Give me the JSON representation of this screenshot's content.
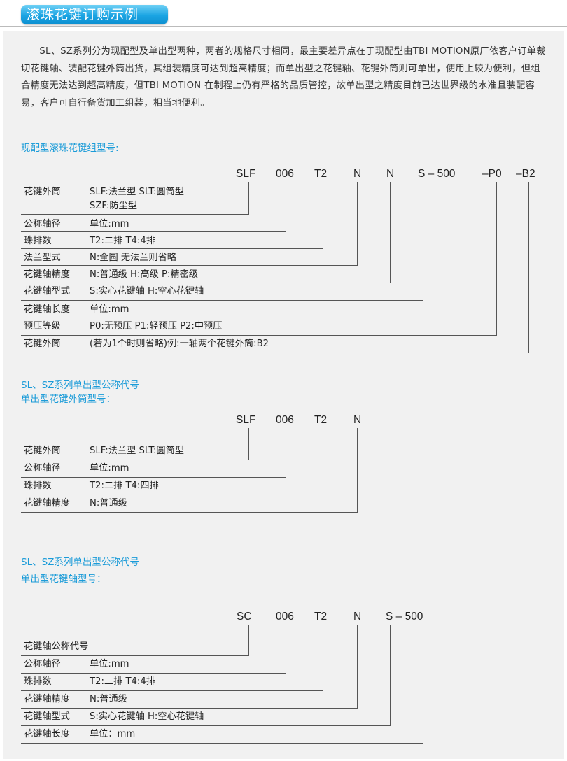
{
  "title": "滚珠花键订购示例",
  "intro": "SL、SZ系列分为现配型及单出型两种，两者的规格尺寸相同，最主要差异点在于现配型由TBI MOTION原厂依客户订单裁切花键轴、装配花键外筒出货，其组装精度可达到超高精度；而单出型之花键轴、花键外筒则可单出，使用上较为便利，但组合精度无法达到超高精度，但TBI MOTION 在制程上仍有严格的品质管控，故单出型之精度目前已达世界级的水准且装配容易，客户可自行备货加工组装，相当地便利。",
  "sections": [
    {
      "headings": [
        "现配型滚珠花键组型号:"
      ],
      "codes": [
        "SLF",
        "006",
        "T2",
        "N",
        "N",
        "S – 500",
        "–P0",
        "–B2"
      ],
      "rows": [
        {
          "label": "花键外筒",
          "desc": "SLF:法兰型    SLT:圆筒型",
          "desc2": "SZF:防尘型"
        },
        {
          "label": "公称轴径",
          "desc": "单位:mm"
        },
        {
          "label": "珠排数",
          "desc": "T2:二排    T4:4排"
        },
        {
          "label": "法兰型式",
          "desc": "N:全圆    无法兰则省略"
        },
        {
          "label": "花键轴精度",
          "desc": "N:普通级    H:高级    P:精密级"
        },
        {
          "label": "花键轴型式",
          "desc": "S:实心花键轴    H:空心花键轴"
        },
        {
          "label": "花键轴长度",
          "desc": "单位:mm"
        },
        {
          "label": "预压等级",
          "desc": "P0:无预压    P1:轻预压    P2:中预压"
        },
        {
          "label": "花键外筒",
          "desc": "(若为1个时则省略)例:一轴两个花键外筒:B2"
        }
      ]
    },
    {
      "headings": [
        "SL、SZ系列单出型公称代号",
        "单出型花键外筒型号："
      ],
      "codes": [
        "SLF",
        "006",
        "T2",
        "N"
      ],
      "rows": [
        {
          "label": "花键外筒",
          "desc": "SLF:法兰型    SLT:圆筒型"
        },
        {
          "label": "公称轴径",
          "desc": "单位:mm"
        },
        {
          "label": "珠排数",
          "desc": "T2:二排    T4:四排"
        },
        {
          "label": "花键轴精度",
          "desc": "N:普通级"
        }
      ]
    },
    {
      "headings": [
        "SL、SZ系列单出型公称代号",
        "单出型花键轴型号："
      ],
      "codes": [
        "SC",
        "006",
        "T2",
        "N",
        "S – 500"
      ],
      "rows": [
        {
          "label": "花键轴公称代号",
          "desc": ""
        },
        {
          "label": "公称轴径",
          "desc": "单位:mm"
        },
        {
          "label": "珠排数",
          "desc": "T2:二排    T4:4排"
        },
        {
          "label": "花键轴精度",
          "desc": "N:普通级"
        },
        {
          "label": "花键轴型式",
          "desc": "S:实心花键轴    H:空心花键轴"
        },
        {
          "label": "花键轴长度",
          "desc": "单位：mm"
        }
      ]
    }
  ]
}
